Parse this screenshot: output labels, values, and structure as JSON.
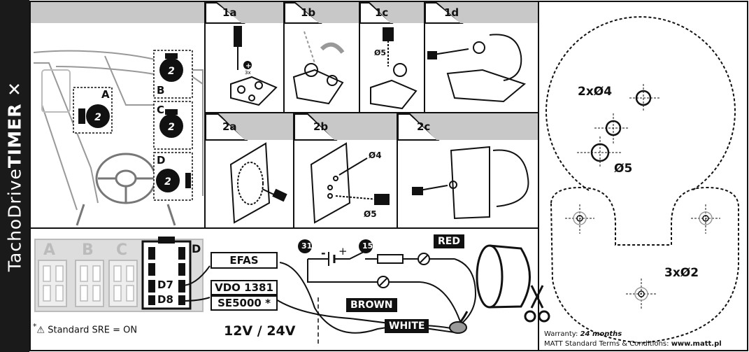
{
  "brand": {
    "part1": "Tacho",
    "part2": "Drive",
    "part3": "TIMER"
  },
  "car_positions": [
    "A",
    "B",
    "C",
    "D"
  ],
  "steps": [
    {
      "id": "1a"
    },
    {
      "id": "1b"
    },
    {
      "id": "1c"
    },
    {
      "id": "1d"
    },
    {
      "id": "2a"
    },
    {
      "id": "2b"
    },
    {
      "id": "2c"
    }
  ],
  "step1c_hole": "Ø5",
  "step2b_holes": {
    "small": "Ø4",
    "large": "Ø5"
  },
  "template": {
    "top_holes_label": "2xØ4",
    "big_hole_label": "Ø5",
    "bottom_holes_label": "3xØ2"
  },
  "wiring": {
    "slots": [
      "A",
      "B",
      "C"
    ],
    "connector_label": "D",
    "pin_d7": "D7",
    "pin_d8": "D8",
    "efas": "EFAS",
    "vdo": "VDO 1381",
    "se": "SE5000 *",
    "terminal_31": "31",
    "terminal_15": "15",
    "minus": "-",
    "plus": "+",
    "red": "RED",
    "brown": "BROWN",
    "white": "WHITE",
    "voltage": "12V / 24V",
    "note_star": "*",
    "note_text": "Standard SRE = ON"
  },
  "warranty": {
    "label": "Warranty:",
    "value": "24 months",
    "terms": "MATT Standard Terms & Conditions:",
    "url": "www.matt.pl"
  }
}
